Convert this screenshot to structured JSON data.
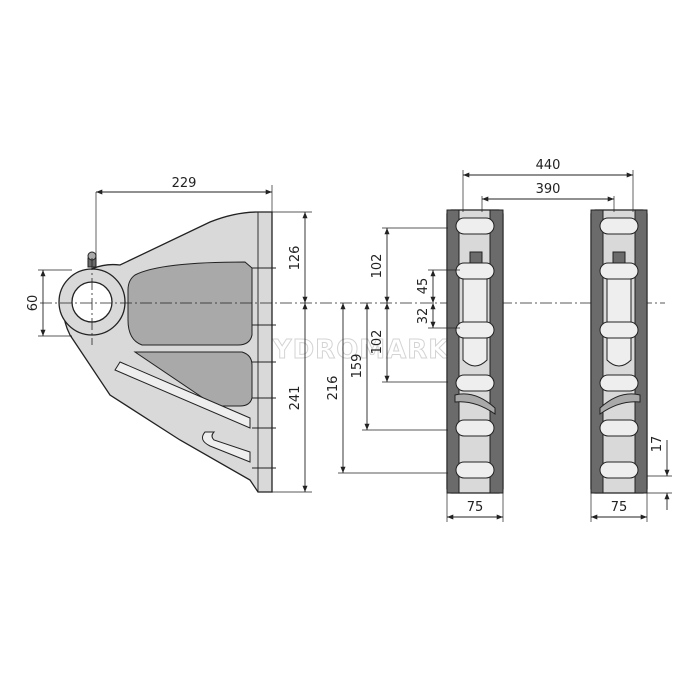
{
  "drawing": {
    "dimensions": {
      "d229": "229",
      "d60": "60",
      "d126": "126",
      "d241": "241",
      "d216": "216",
      "d159": "159",
      "d102a": "102",
      "d102b": "102",
      "d45": "45",
      "d32": "32",
      "d440": "440",
      "d390": "390",
      "d75a": "75",
      "d75b": "75",
      "d17": "17"
    },
    "watermark": "HYDROMARKET"
  }
}
